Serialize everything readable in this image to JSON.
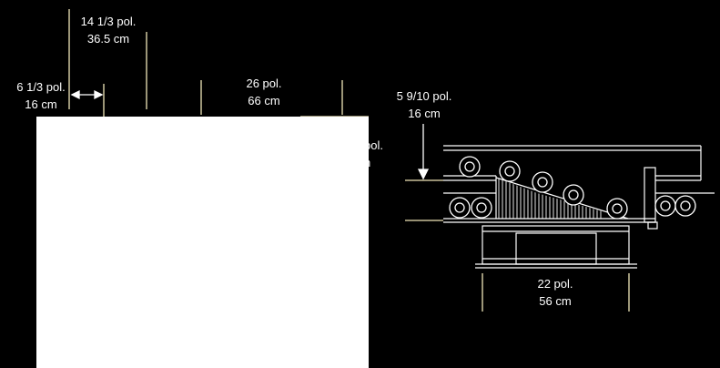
{
  "colors": {
    "background": "#000000",
    "line": "#ffffff",
    "dimension_line": "#f1e6b8",
    "panel": "#ffffff"
  },
  "dimensions": {
    "depth_top": {
      "imperial": "14 1/3 pol.",
      "metric": "36.5 cm"
    },
    "offset_left": {
      "imperial": "6 1/3 pol.",
      "metric": "16 cm"
    },
    "span_width": {
      "imperial": "26 pol.",
      "metric": "66 cm"
    },
    "height_right": {
      "imperial": "5 9/10 pol.",
      "metric": "16 cm"
    },
    "base_width": {
      "imperial": "22 pol.",
      "metric": "56 cm"
    },
    "partial_label": {
      "imperial": "pol.",
      "metric": "n"
    }
  }
}
